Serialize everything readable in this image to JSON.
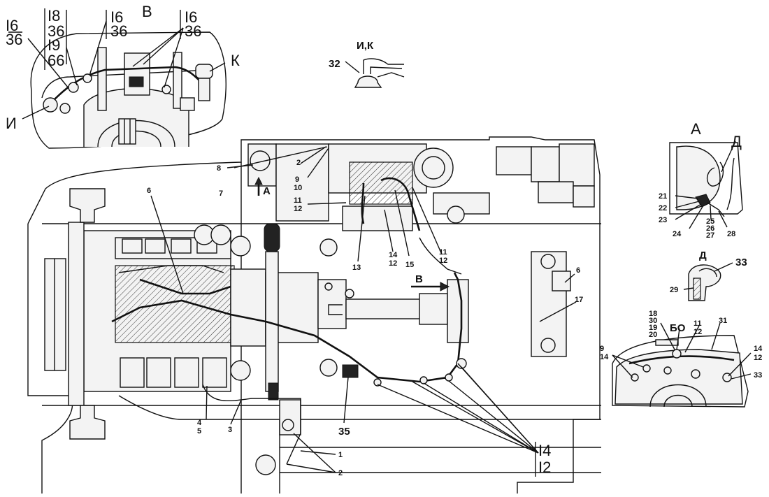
{
  "top_left_view": {
    "view_letter": "В",
    "callout_left_a": "I6",
    "callout_left_b": "36",
    "callout_stack": [
      "I8",
      "36",
      "I9",
      "66"
    ],
    "callout_mid_a": "I6",
    "callout_mid_b": "36",
    "callout_right_a": "I6",
    "callout_right_b": "36",
    "callout_k": "К",
    "callout_i": "И"
  },
  "detail_ik": {
    "title": "И,К",
    "part": "32"
  },
  "detail_a": {
    "title": "А",
    "letter_d": "Д",
    "parts": [
      "21",
      "22",
      "23",
      "24",
      "25",
      "26",
      "27",
      "28"
    ]
  },
  "detail_d": {
    "title": "Д",
    "parts": [
      "33",
      "29"
    ]
  },
  "detail_b": {
    "parts_stack_left": [
      "18",
      "30",
      "19",
      "20"
    ],
    "label_bo": "БО",
    "part_11": "11",
    "part_12": "12",
    "part_31": "31",
    "left_9": "9",
    "left_14": "14",
    "right_14": "14",
    "right_12": "12",
    "right_33": "33"
  },
  "main_view": {
    "labels": {
      "p8": "8",
      "p2_top": "2",
      "p9": "9",
      "p10": "10",
      "p7": "7",
      "arrow_a": "А",
      "p11a": "11",
      "p12a": "12",
      "p6": "6",
      "p13": "13",
      "p14": "14",
      "p12b": "12",
      "p15": "15",
      "p11b": "11",
      "p12c": "12",
      "arrow_b": "В",
      "p6_right": "6",
      "p17": "17",
      "p4": "4",
      "p5": "5",
      "p3": "3",
      "p35": "35",
      "p1": "1",
      "p2_bottom": "2",
      "p14_big": "I4",
      "p12_big": "I2"
    }
  }
}
